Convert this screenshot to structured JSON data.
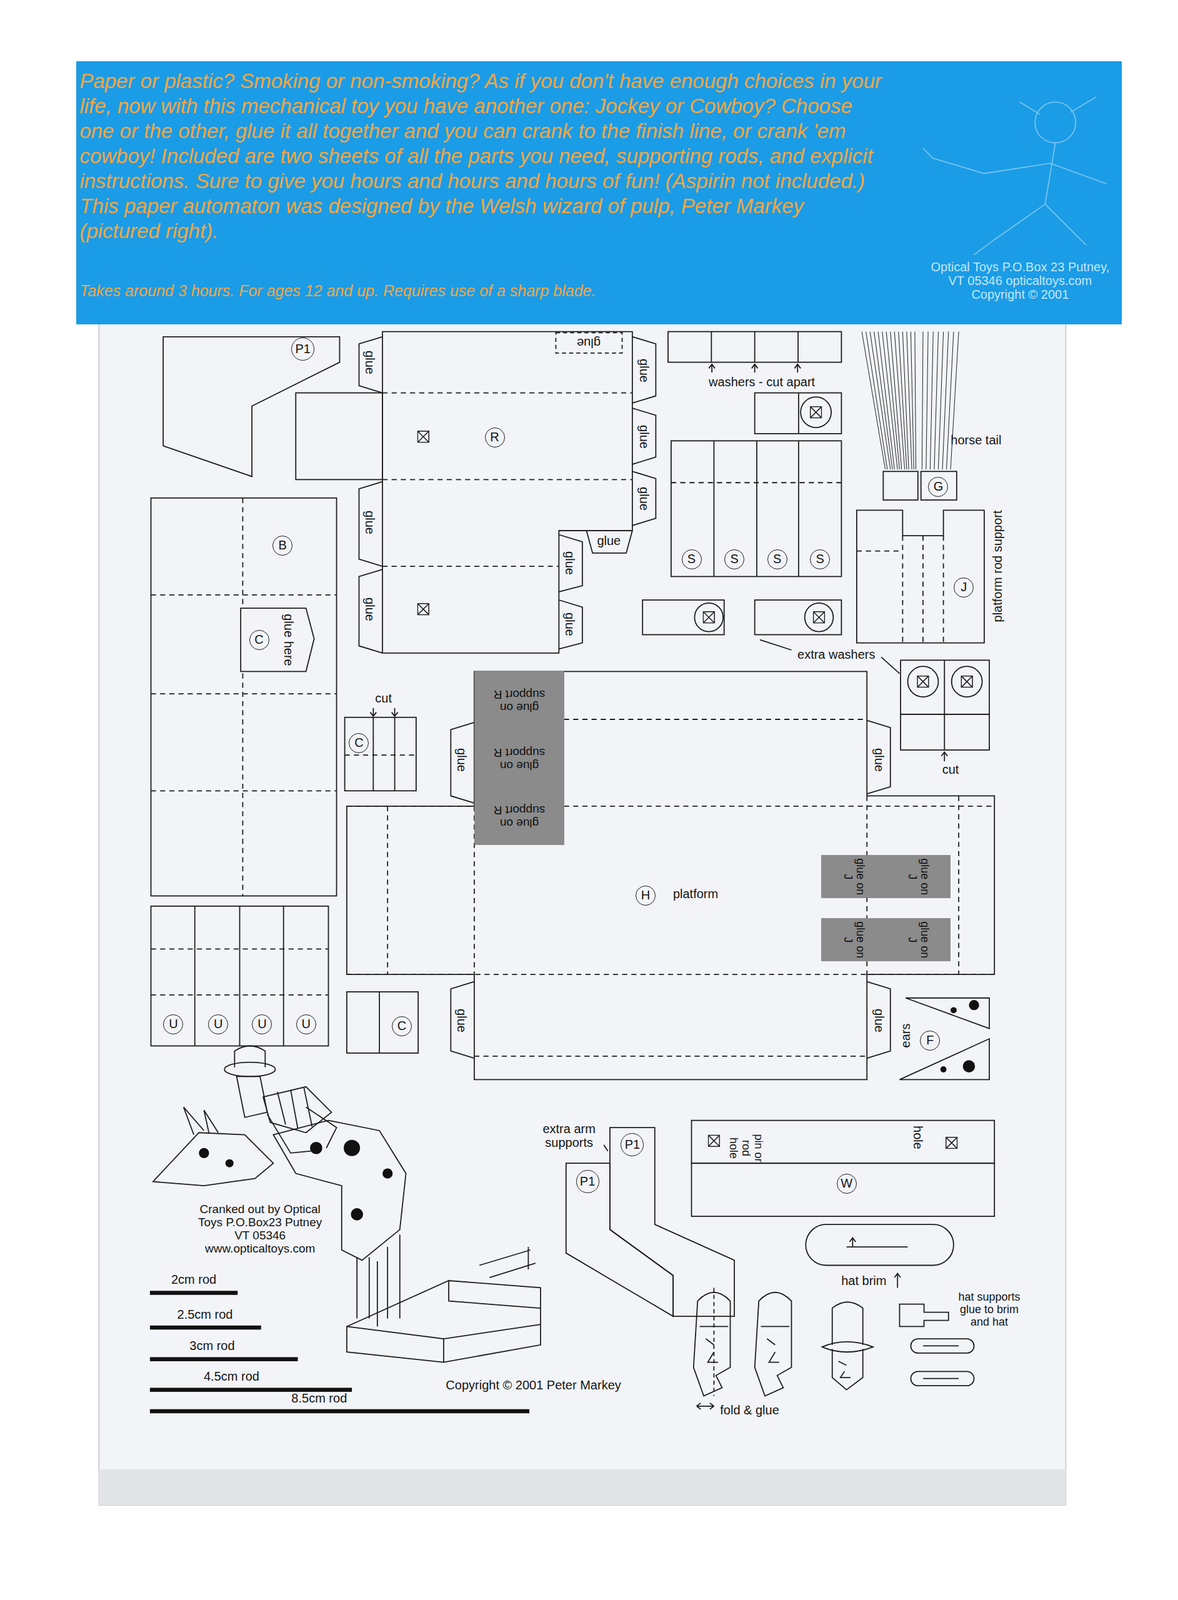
{
  "diagram": {
    "nodes": [
      {
        "text": [
          "Paper or plastic? Smoking or non-smoking? As if you don't have enough choices in your life, now with this mechanical toy you have another one: Jockey or Cowboy? Choose one or the other, glue it all together and you can crank to the finish line, or crank 'em cowboy! Included are two sheets of all the parts you need, supporting rods, and explicit instructions. Sure to give you hours and hours and hours of fun! (Aspirin not included.) This paper automaton was designed by the Welsh wizard of pulp, Peter Markey (pictured right).",
          "Takes around 3 hours. For ages 12 and up. Requires use of a sharp blade.",
          "Optical Toys P.O.Box 23 Putney, VT 05346 opticaltoys.com Copyright © 2001"
        ]
      },
      {
        "text": [
          "P1"
        ]
      },
      {
        "text": [
          "R"
        ]
      },
      {
        "text": [
          "G"
        ]
      },
      {
        "text": [
          "B"
        ]
      },
      {
        "text": [
          "S"
        ]
      },
      {
        "text": [
          "S"
        ]
      },
      {
        "text": [
          "S"
        ]
      },
      {
        "text": [
          "S"
        ]
      },
      {
        "text": [
          "J"
        ]
      },
      {
        "text": [
          "C"
        ]
      },
      {
        "text": [
          "glue on support R"
        ]
      },
      {
        "text": [
          "glue on support R"
        ]
      },
      {
        "text": [
          "glue on support R"
        ]
      },
      {
        "text": [
          "C"
        ]
      },
      {
        "text": [
          "glue on J",
          "glue on J"
        ]
      },
      {
        "text": [
          "H"
        ]
      },
      {
        "text": [
          "glue on J",
          "glue on J"
        ]
      },
      {
        "text": [
          "U"
        ]
      },
      {
        "text": [
          "U"
        ]
      },
      {
        "text": [
          "U"
        ]
      },
      {
        "text": [
          "U"
        ]
      },
      {
        "text": [
          "C"
        ]
      },
      {
        "text": [
          "F"
        ]
      },
      {
        "text": [
          "P1"
        ]
      },
      {
        "text": [
          "P1"
        ]
      },
      {
        "text": [
          "W"
        ]
      }
    ],
    "labels": [
      "glue",
      "glue",
      "washers - cut apart",
      "glue",
      "horse tail",
      "glue",
      "glue",
      "glue",
      "glue",
      "glue",
      "platform rod support",
      "glue here",
      "glue",
      "glue",
      "extra washers",
      "cut",
      "glue",
      "glue",
      "cut",
      "platform",
      "glue",
      "glue",
      "ears",
      "extra arm supports",
      "pin or rod hole",
      "hole",
      "Cranked out by Optical Toys P.O.Box23 Putney VT 05346 www.opticaltoys.com",
      "2cm rod",
      "2.5cm rod",
      "3cm rod",
      "4.5cm rod",
      "8.5cm rod",
      "hat brim",
      "hat supports glue to brim and hat",
      "Copyright © 2001 Peter Markey",
      "fold & glue"
    ]
  }
}
